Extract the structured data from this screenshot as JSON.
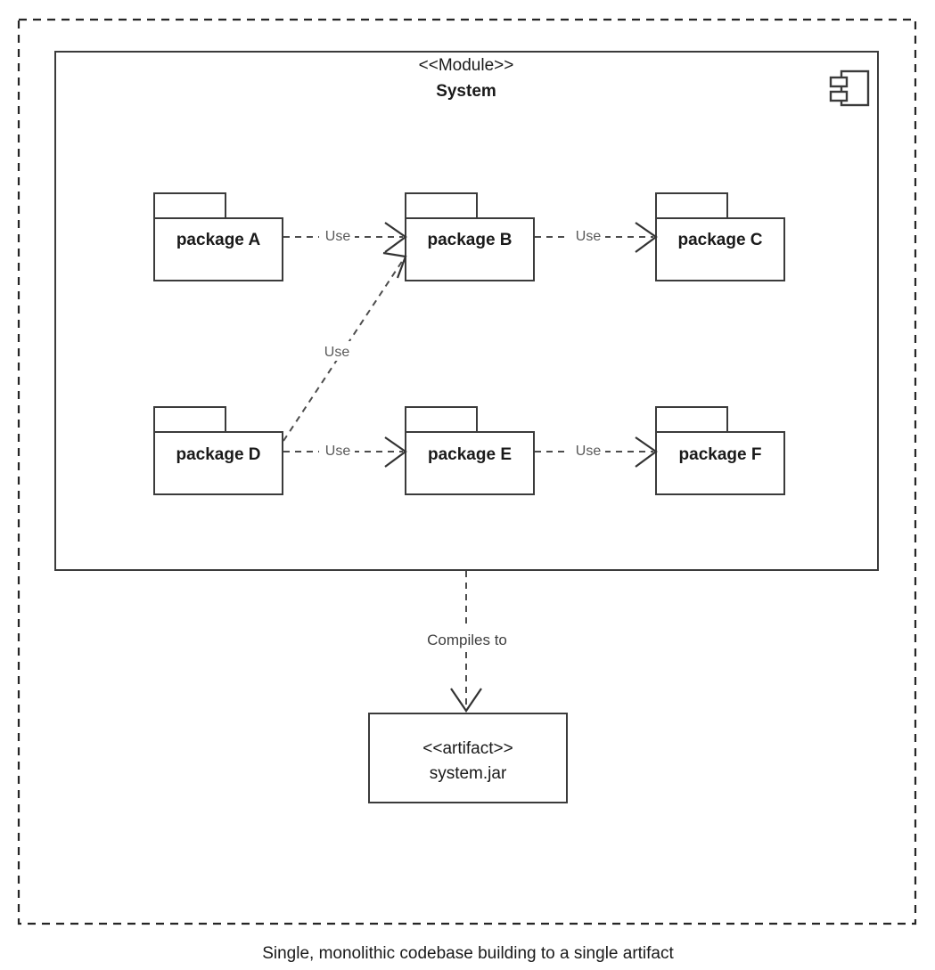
{
  "diagram": {
    "title_stereotype": "<<Module>>",
    "title_name": "System",
    "component_icon_name": "component-icon",
    "packages": [
      {
        "id": "A",
        "label": "package A"
      },
      {
        "id": "B",
        "label": "package B"
      },
      {
        "id": "C",
        "label": "package C"
      },
      {
        "id": "D",
        "label": "package D"
      },
      {
        "id": "E",
        "label": "package E"
      },
      {
        "id": "F",
        "label": "package F"
      }
    ],
    "dependencies": [
      {
        "from": "package A",
        "to": "package B",
        "label": "Use"
      },
      {
        "from": "package B",
        "to": "package C",
        "label": "Use"
      },
      {
        "from": "package D",
        "to": "package B",
        "label": "Use"
      },
      {
        "from": "package D",
        "to": "package E",
        "label": "Use"
      },
      {
        "from": "package E",
        "to": "package F",
        "label": "Use"
      }
    ],
    "compiles_label": "Compiles to",
    "artifact": {
      "stereotype": "<<artifact>>",
      "name": "system.jar"
    },
    "caption": "Single, monolithic codebase building to a single artifact",
    "colors": {
      "background": "#ffffff",
      "shape_stroke": "#3b3b3b",
      "dashed_border": "#262626",
      "edge_line": "#4d4d4d",
      "edge_label_text": "#5a5a5a",
      "body_text": "#1a1a1a"
    }
  }
}
